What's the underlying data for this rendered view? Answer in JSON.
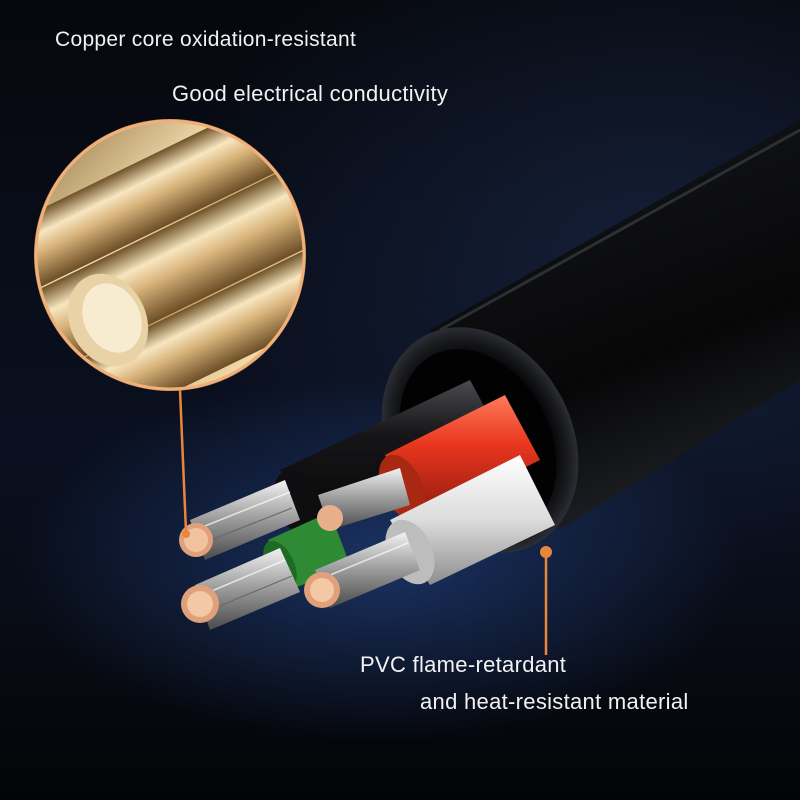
{
  "captions": {
    "copper_line1": "Copper core oxidation-resistant",
    "copper_line2": "Good electrical conductivity",
    "pvc_line1": "PVC flame-retardant",
    "pvc_line2": "and heat-resistant material"
  },
  "colors": {
    "accent_orange": "#e8863a",
    "copper_gold": "#d9b57a",
    "jacket_black": "#0c0c0e",
    "wire_red": "#e03a22",
    "wire_white": "#e6e6e6",
    "wire_green": "#3aa040",
    "wire_black": "#141414"
  }
}
